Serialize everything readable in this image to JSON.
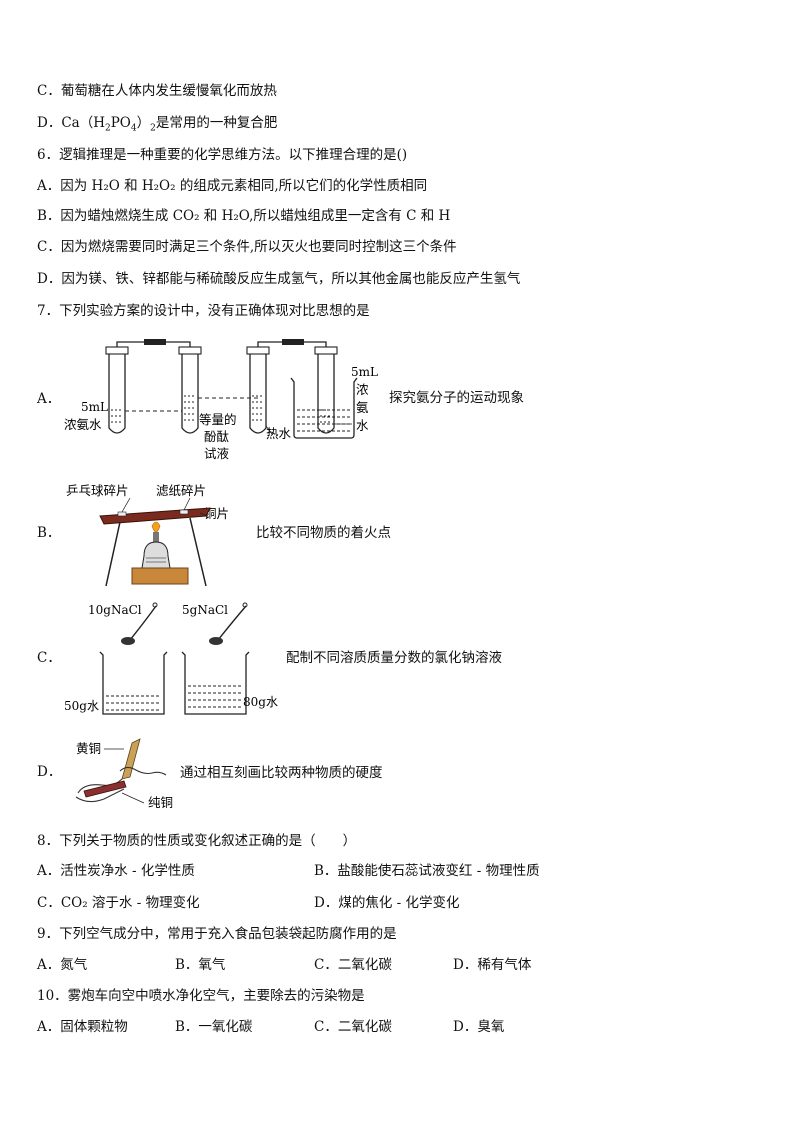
{
  "q5": {
    "optC": "C．葡萄糖在人体内发生缓慢氧化而放热",
    "optD_pre": "D．Ca（H",
    "optD_sub1": "2",
    "optD_mid": "PO",
    "optD_sub2": "4",
    "optD_close": "）",
    "optD_sub3": "2",
    "optD_post": "是常用的一种复合肥"
  },
  "q6": {
    "stem": "6．逻辑推理是一种重要的化学思维方法。以下推理合理的是()",
    "optA": "A．因为 H₂O 和 H₂O₂ 的组成元素相同,所以它们的化学性质相同",
    "optB": "B．因为蜡烛燃烧生成 CO₂ 和 H₂O,所以蜡烛组成里一定含有 C 和 H",
    "optC": "C．因为燃烧需要同时满足三个条件,所以灭火也要同时控制这三个条件",
    "optD": "D．因为镁、铁、锌都能与稀硫酸反应生成氢气，所以其他金属也能反应产生氢气"
  },
  "q7": {
    "stem": "7．下列实验方案的设计中，没有正确体现对比思想的是",
    "A": {
      "label": "A．",
      "desc": "探究氨分子的运动现象",
      "t_5ml_left": "5mL",
      "t_ammonia_left": "浓氨水",
      "t_equal": "等量的",
      "t_phenol": "酚酞",
      "t_reagent": "试液",
      "t_hotwater": "热水",
      "t_5ml_right": "5mL",
      "t_nong": "浓",
      "t_an": "氨",
      "t_shui": "水"
    },
    "B": {
      "label": "B．",
      "desc": "比较不同物质的着火点",
      "t_pingpong": "乒乓球碎片",
      "t_filter": "滤纸碎片",
      "t_copper": "铜片"
    },
    "C": {
      "label": "C．",
      "desc": "配制不同溶质质量分数的氯化钠溶液",
      "t_10g": "10gNaCl",
      "t_5g": "5gNaCl",
      "t_50g": "50g水",
      "t_80g": "80g水"
    },
    "D": {
      "label": "D．",
      "desc": "通过相互刻画比较两种物质的硬度",
      "t_brass": "黄铜",
      "t_pure": "纯铜"
    }
  },
  "q8": {
    "stem": "8．下列关于物质的性质或变化叙述正确的是（　　）",
    "optA": "A．活性炭净水 - 化学性质",
    "optB": "B．盐酸能使石蕊试液变红 - 物理性质",
    "optC": "C．CO₂ 溶于水 - 物理变化",
    "optD": "D．煤的焦化 - 化学变化"
  },
  "q9": {
    "stem": "9．下列空气成分中，常用于充入食品包装袋起防腐作用的是",
    "optA": "A．氮气",
    "optB": "B．氧气",
    "optC": "C．二氧化碳",
    "optD": "D．稀有气体"
  },
  "q10": {
    "stem": "10．雾炮车向空中喷水净化空气，主要除去的污染物是",
    "optA": "A．固体颗粒物",
    "optB": "B．一氧化碳",
    "optC": "C．二氧化碳",
    "optD": "D．臭氧"
  }
}
